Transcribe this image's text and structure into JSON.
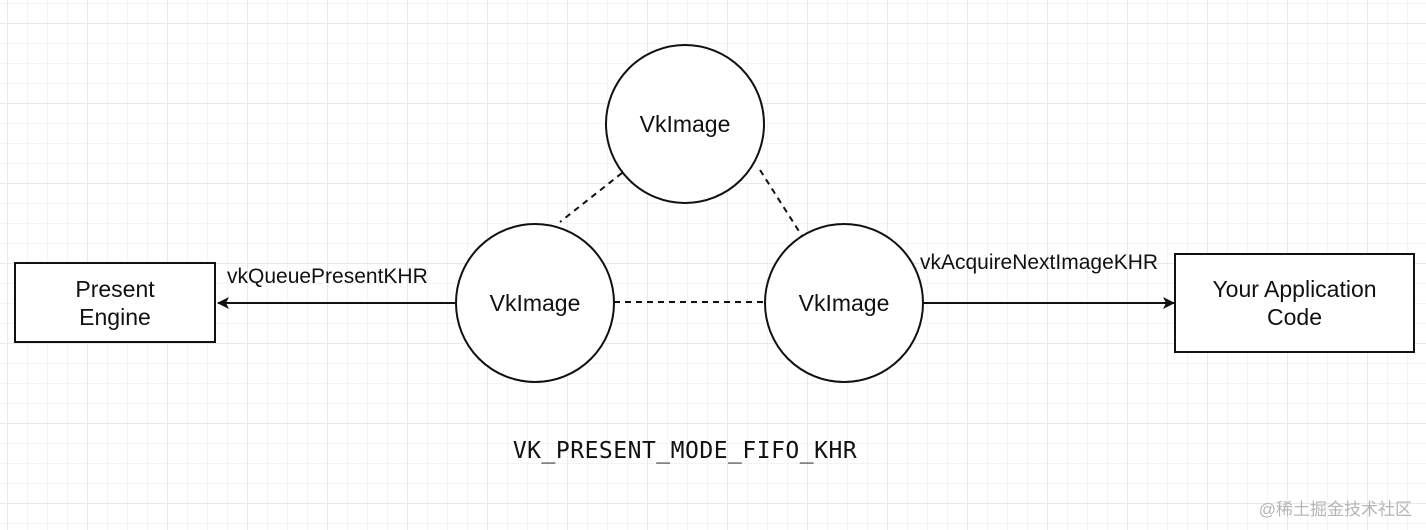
{
  "nodes": {
    "present_engine": "Present\nEngine",
    "application_code": "Your Application\nCode",
    "image_top": "VkImage",
    "image_left": "VkImage",
    "image_right": "VkImage"
  },
  "edges": {
    "queue_present": "vkQueuePresentKHR",
    "acquire_next": "vkAcquireNextImageKHR"
  },
  "mode_label": "VK_PRESENT_MODE_FIFO_KHR",
  "watermark": "@稀土掘金技术社区"
}
